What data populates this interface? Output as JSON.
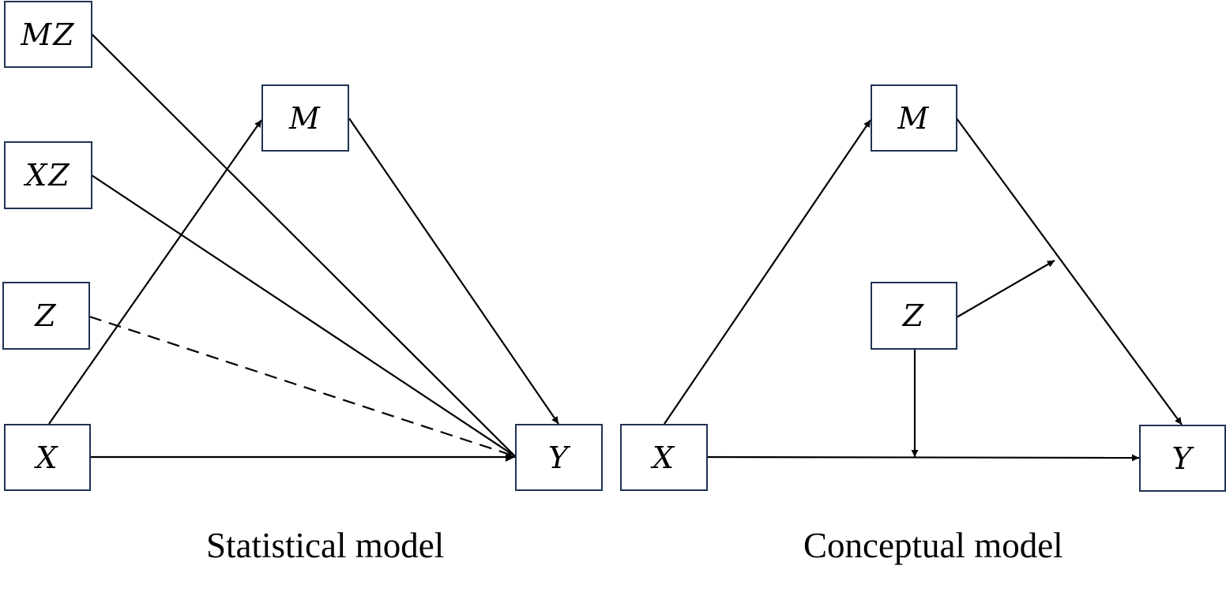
{
  "colors": {
    "box_border": "#1f3352",
    "edge": "#000000",
    "background": "#ffffff"
  },
  "statistical_model": {
    "caption": "Statistical model",
    "nodes": {
      "MZ": "MZ",
      "XZ": "XZ",
      "Z": "Z",
      "X": "X",
      "M": "M",
      "Y": "Y"
    },
    "edges": [
      {
        "from": "X",
        "to": "M",
        "style": "solid"
      },
      {
        "from": "M",
        "to": "Y",
        "style": "solid"
      },
      {
        "from": "MZ",
        "to": "Y",
        "style": "solid"
      },
      {
        "from": "XZ",
        "to": "Y",
        "style": "solid"
      },
      {
        "from": "Z",
        "to": "Y",
        "style": "dashed"
      },
      {
        "from": "X",
        "to": "Y",
        "style": "solid"
      }
    ]
  },
  "conceptual_model": {
    "caption": "Conceptual model",
    "nodes": {
      "X": "X",
      "M": "M",
      "Z": "Z",
      "Y": "Y"
    },
    "edges": [
      {
        "from": "X",
        "to": "M",
        "style": "solid"
      },
      {
        "from": "M",
        "to": "Y",
        "style": "solid"
      },
      {
        "from": "X",
        "to": "Y",
        "style": "solid"
      },
      {
        "from": "Z",
        "to": "M->Y path",
        "style": "solid",
        "type": "moderation"
      },
      {
        "from": "Z",
        "to": "X->Y path",
        "style": "solid",
        "type": "moderation"
      }
    ]
  }
}
